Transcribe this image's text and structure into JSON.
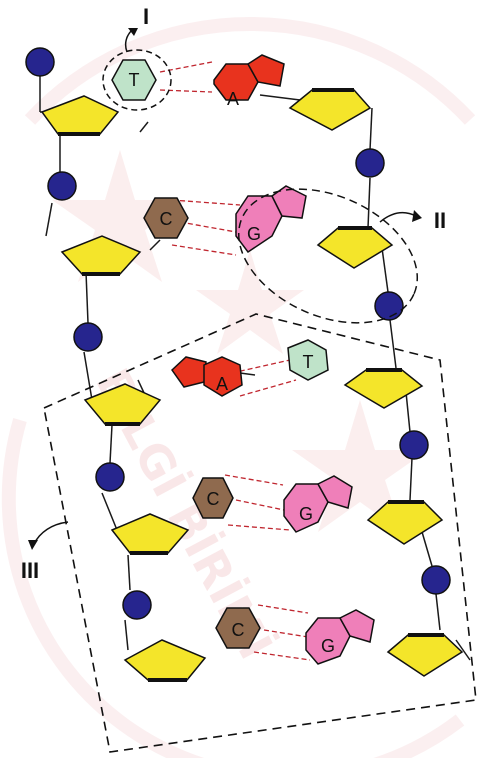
{
  "labels": {
    "one": "I",
    "two": "II",
    "three": "III"
  },
  "bases": {
    "T": "T",
    "A": "A",
    "C": "C",
    "G": "G"
  },
  "watermark": {
    "text": "BİLGİ BİRİMİ"
  },
  "colors": {
    "phosphate": "#26258e",
    "sugar": "#f4e52a",
    "adenine": "#e8331e",
    "thymine": "#bfe3c9",
    "cytosine": "#8f6a4e",
    "guanine": "#ef7fb9",
    "hydrogen_bond": "#c0262f",
    "outline": "#1a1a1a",
    "watermark": "#c9202a"
  }
}
